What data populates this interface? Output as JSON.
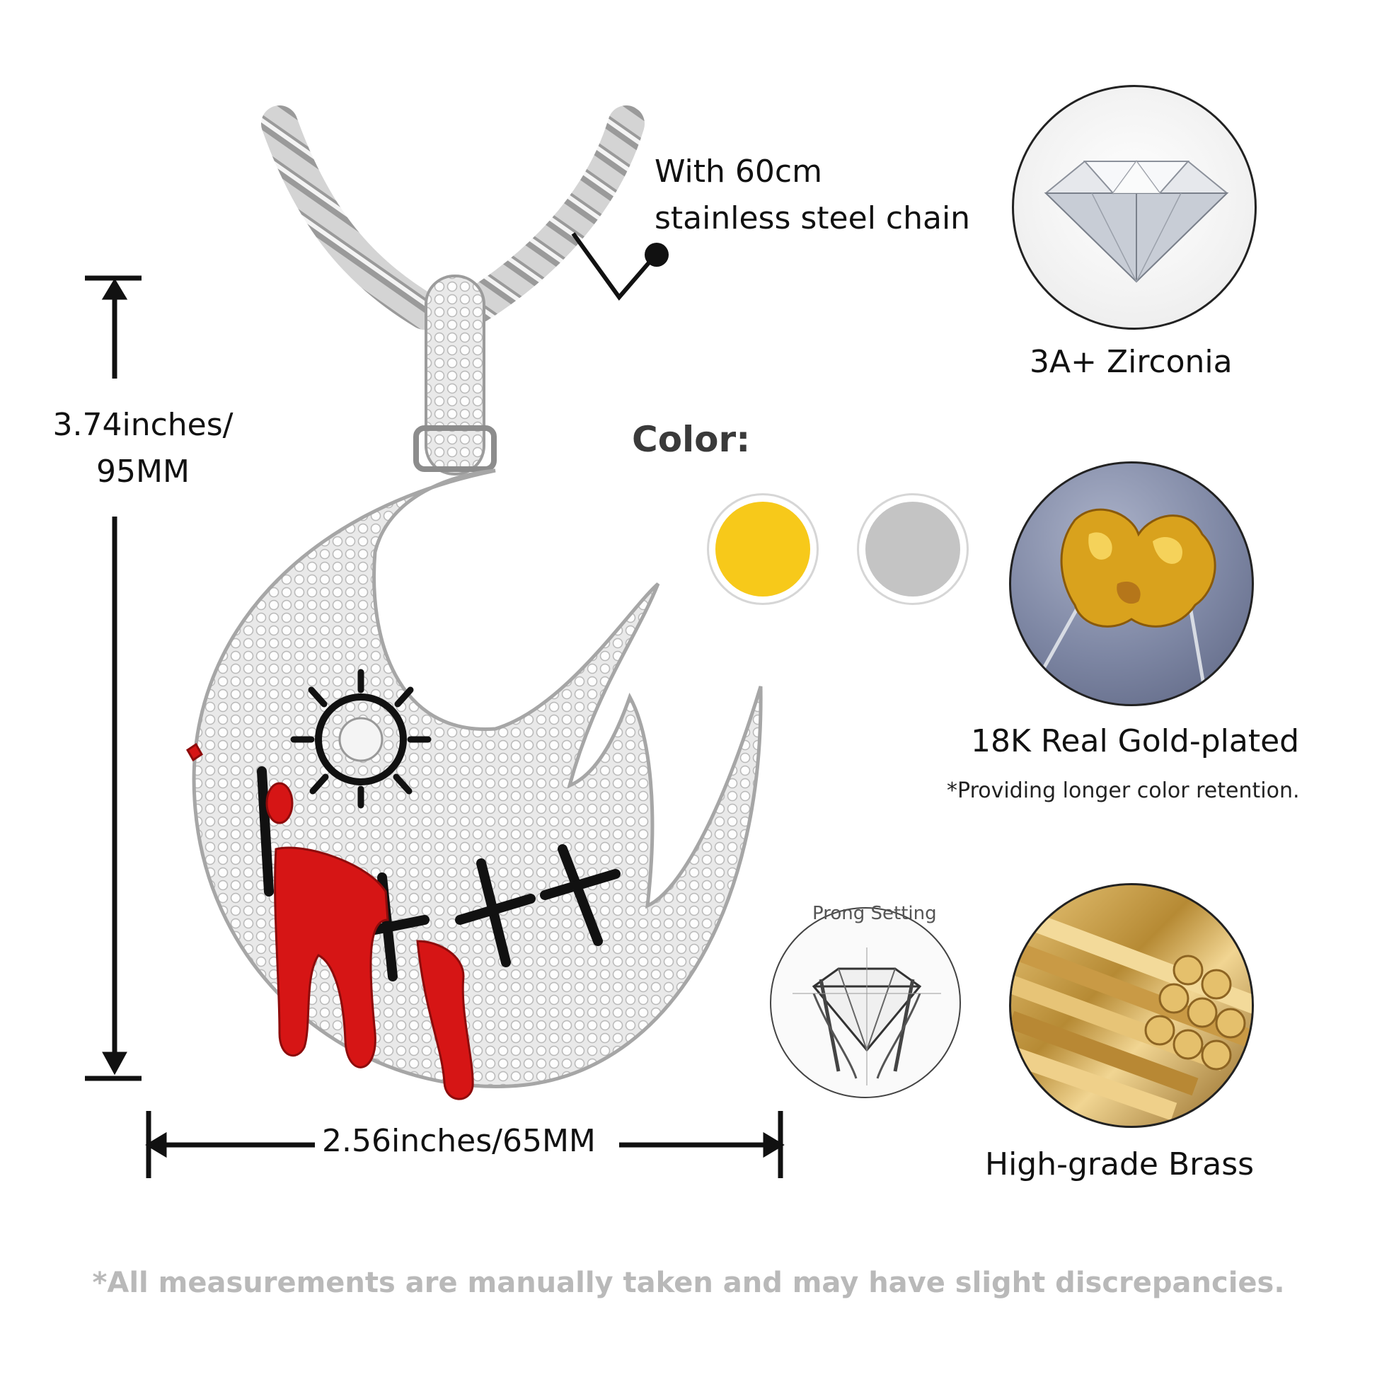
{
  "labels": {
    "chain_line1": "With 60cm",
    "chain_line2": "stainless steel chain",
    "height_line1": "3.74inches/",
    "height_line2": "95MM",
    "width": "2.56inches/65MM",
    "color_title": "Color:",
    "zirconia": "3A+ Zirconia",
    "gold_plated": "18K Real Gold-plated",
    "gold_note": "*Providing  longer color retention.",
    "brass": "High-grade Brass",
    "prong": "Prong Setting",
    "footnote": "*All measurements are manually taken and may have slight discrepancies."
  },
  "colors": {
    "gold_swatch": "#f7c91a",
    "silver_swatch": "#c4c4c4",
    "enamel_red": "#d61515",
    "enamel_black": "#111111"
  },
  "icons": {
    "zirconia": "diamond-icon",
    "gold": "gold-nugget-icon",
    "brass": "brass-rods-icon",
    "prong": "prong-setting-icon"
  }
}
